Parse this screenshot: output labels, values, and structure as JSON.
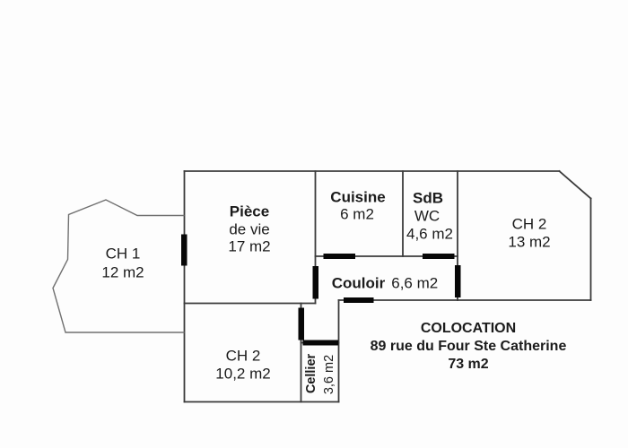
{
  "plan": {
    "rooms": {
      "ch1": {
        "name": "CH 1",
        "area": "12 m2"
      },
      "piece_de_vie": {
        "name": "Pièce",
        "name2": "de vie",
        "area": "17 m2"
      },
      "cuisine": {
        "name": "Cuisine",
        "area": "6 m2"
      },
      "sdb": {
        "name": "SdB",
        "name2": "WC",
        "area": "4,6 m2"
      },
      "ch2_droite": {
        "name": "CH 2",
        "area": "13 m2"
      },
      "couloir": {
        "name": "Couloir",
        "area": "6,6 m2"
      },
      "ch2_bas": {
        "name": "CH 2",
        "area": "10,2 m2"
      },
      "cellier": {
        "name": "Cellier",
        "area": "3,6 m2"
      }
    },
    "annotation": {
      "line1": "COLOCATION",
      "line2": "89 rue du Four Ste Catherine",
      "line3": "73 m2"
    },
    "colors": {
      "wall": "#3b3b3b",
      "ch1_outline": "#707070",
      "door": "#070707",
      "background": "#fdfdfd",
      "text": "#1b1b1b"
    }
  }
}
